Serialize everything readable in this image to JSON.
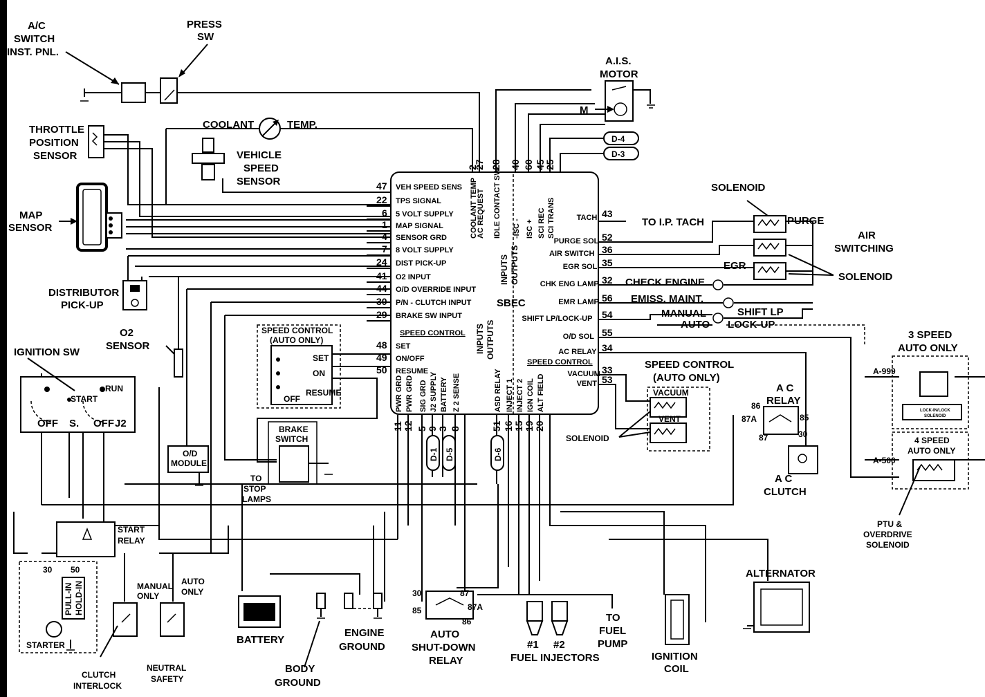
{
  "labels": {
    "ac_switch": [
      "A/C",
      "SWITCH",
      "INST. PNL."
    ],
    "press_sw": [
      "PRESS",
      "SW"
    ],
    "ais_motor": [
      "A.I.S.",
      "MOTOR"
    ],
    "ais_m": "M",
    "coolant": "COOLANT",
    "temp": "TEMP.",
    "tps": [
      "THROTTLE",
      "POSITION",
      "SENSOR"
    ],
    "vss": [
      "VEHICLE",
      "SPEED",
      "SENSOR"
    ],
    "map": [
      "MAP",
      "SENSOR"
    ],
    "distributor": [
      "DISTRIBUTOR",
      "PICK-UP"
    ],
    "o2": [
      "O2",
      "SENSOR"
    ],
    "ignition_sw": "IGNITION SW",
    "ign_start": "START",
    "ign_run": "RUN",
    "ign_off1": "OFF",
    "ign_s": "S.",
    "ign_off2": "OFF",
    "ign_j2": "J2",
    "od_module": [
      "O/D",
      "MODULE"
    ],
    "speed_control_left": [
      "SPEED CONTROL",
      "(AUTO ONLY)"
    ],
    "sc_set": "SET",
    "sc_on": "ON",
    "sc_off": "OFF",
    "sc_resume": "RESUME",
    "brake_switch": [
      "BRAKE",
      "SWITCH"
    ],
    "stop_lamps": [
      "TO",
      "STOP",
      "LAMPS"
    ],
    "start_relay": [
      "START",
      "RELAY"
    ],
    "starter_30": "30",
    "starter_50": "50",
    "pull_in": "PULL-IN",
    "hold_in": "HOLD-IN",
    "starter": "STARTER",
    "manual_only": [
      "MANUAL",
      "ONLY"
    ],
    "auto_only": [
      "AUTO",
      "ONLY"
    ],
    "clutch_interlock": [
      "CLUTCH",
      "INTERLOCK"
    ],
    "neutral_safety": [
      "NEUTRAL",
      "SAFETY"
    ],
    "battery": "BATTERY",
    "body_ground": [
      "BODY",
      "GROUND"
    ],
    "engine_ground": [
      "ENGINE",
      "GROUND"
    ],
    "asd_relay": [
      "AUTO",
      "SHUT-DOWN",
      "RELAY"
    ],
    "asd_30": "30",
    "asd_87": "87",
    "asd_85": "85",
    "asd_87a": "87A",
    "asd_86": "86",
    "inj1": "#1",
    "inj2": "#2",
    "fuel_injectors": "FUEL INJECTORS",
    "fuel_pump": [
      "TO",
      "FUEL",
      "PUMP"
    ],
    "ignition_coil": [
      "IGNITION",
      "COIL"
    ],
    "alternator": "ALTERNATOR",
    "ac_clutch": [
      "A C",
      "CLUTCH"
    ],
    "ac_relay": [
      "A C",
      "RELAY"
    ],
    "acr_86": "86",
    "acr_87a": "87A",
    "acr_85": "85",
    "acr_87": "87",
    "acr_30": "30",
    "ptu": [
      "PTU &",
      "OVERDRIVE",
      "SOLENOID"
    ],
    "speed3": [
      "3 SPEED",
      "AUTO ONLY"
    ],
    "speed4": [
      "4 SPEED",
      "AUTO ONLY"
    ],
    "a999": "A-999",
    "a500": "A-500",
    "lockin": [
      "LOCK-IN/LOCK",
      "SOLENOID"
    ],
    "speed_control_right": [
      "SPEED CONTROL",
      "(AUTO ONLY)"
    ],
    "vacuum": "VACUUM",
    "vent": "VENT",
    "solenoid_sc": "SOLENOID",
    "solenoid_top": "SOLENOID",
    "purge": "PURGE",
    "air_switching": [
      "AIR",
      "SWITCHING"
    ],
    "egr": "EGR",
    "solenoid_right": "SOLENOID",
    "to_ip_tach": "TO I.P. TACH",
    "check_engine": "CHECK ENGINE",
    "emiss_maint": "EMISS. MAINT.",
    "manual": "MANUAL",
    "shift_lp": "SHIFT LP",
    "auto": "AUTO",
    "lock_up": "LOCK-UP",
    "d4": "D-4",
    "d3": "D-3",
    "d1": "D-1",
    "d5": "D-5",
    "d6": "D-6"
  },
  "sbec": {
    "title": "SBEC",
    "inputs_outputs": [
      "INPUTS",
      "OUTPUTS"
    ],
    "left_pins": [
      {
        "num": "47",
        "label": "VEH SPEED SENS"
      },
      {
        "num": "22",
        "label": "TPS SIGNAL"
      },
      {
        "num": "6",
        "label": "5 VOLT SUPPLY"
      },
      {
        "num": "1",
        "label": "MAP SIGNAL"
      },
      {
        "num": "4",
        "label": "SENSOR GRD"
      },
      {
        "num": "7",
        "label": "8 VOLT SUPPLY"
      },
      {
        "num": "24",
        "label": "DIST PICK-UP"
      },
      {
        "num": "41",
        "label": "O2 INPUT"
      },
      {
        "num": "44",
        "label": "O/D OVERRIDE INPUT"
      },
      {
        "num": "30",
        "label": "P/N - CLUTCH INPUT"
      },
      {
        "num": "29",
        "label": "BRAKE SW INPUT"
      }
    ],
    "speed_control_title": "SPEED CONTROL",
    "speed_control_pins": [
      {
        "num": "48",
        "label": "SET"
      },
      {
        "num": "49",
        "label": "ON/OFF"
      },
      {
        "num": "50",
        "label": "RESUME"
      }
    ],
    "top_pins": [
      {
        "num": "2",
        "label": "COOLANT TEMP"
      },
      {
        "num": "27",
        "label": "AC REQUEST"
      },
      {
        "num": "28",
        "label": "IDLE CONTACT SW"
      },
      {
        "num": "40",
        "label": "-ISC -"
      },
      {
        "num": "60",
        "label": "ISC +"
      },
      {
        "num": "45",
        "label": "SCI REC"
      },
      {
        "num": "25",
        "label": "SCI TRANS"
      }
    ],
    "right_pins": [
      {
        "num": "43",
        "label": "TACH"
      },
      {
        "num": "52",
        "label": "PURGE SOL"
      },
      {
        "num": "36",
        "label": "AIR SWITCH"
      },
      {
        "num": "35",
        "label": "EGR SOL"
      },
      {
        "num": "32",
        "label": "CHK ENG LAMP"
      },
      {
        "num": "56",
        "label": "EMR LAMP"
      },
      {
        "num": "54",
        "label": "SHIFT LP/LOCK-UP"
      },
      {
        "num": "55",
        "label": "O/D SOL"
      },
      {
        "num": "34",
        "label": "AC RELAY"
      }
    ],
    "right_speed_control_title": "SPEED CONTROL",
    "right_speed_control_pins": [
      {
        "num": "33",
        "label": "VACUUM"
      },
      {
        "num": "53",
        "label": "VENT"
      }
    ],
    "bottom_pins": [
      {
        "num": "11",
        "label": "PWR GRD"
      },
      {
        "num": "12",
        "label": "PWR GRD"
      },
      {
        "num": "5",
        "label": "SIG GRD"
      },
      {
        "num": "9",
        "label": "J2 SUPPLY"
      },
      {
        "num": "3",
        "label": "BATTERY"
      },
      {
        "num": "8",
        "label": "Z 2 SENSE"
      },
      {
        "num": "51",
        "label": "ASD RELAY"
      },
      {
        "num": "16",
        "label": "INJECT 1"
      },
      {
        "num": "15",
        "label": "INJECT 2"
      },
      {
        "num": "19",
        "label": "IGN COIL"
      },
      {
        "num": "20",
        "label": "ALT FIELD"
      }
    ]
  }
}
